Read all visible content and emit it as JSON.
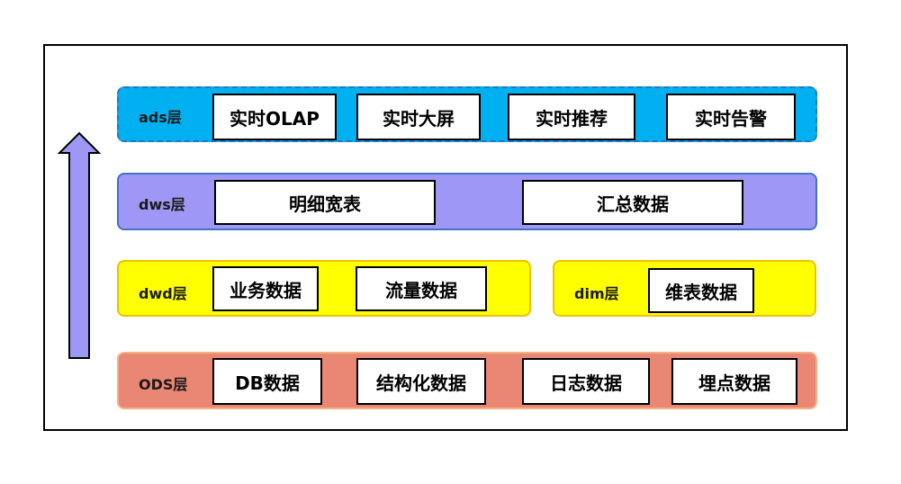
{
  "layers": {
    "ads": {
      "label": "ads层",
      "color": "#00b0f0",
      "items": [
        "实时OLAP",
        "实时大屏",
        "实时推荐",
        "实时告警"
      ]
    },
    "dws": {
      "label": "dws层",
      "color": "#9e97f5",
      "items": [
        "明细宽表",
        "汇总数据"
      ]
    },
    "dwd": {
      "label": "dwd层",
      "color": "#ffff00",
      "items": [
        "业务数据",
        "流量数据"
      ]
    },
    "dim": {
      "label": "dim层",
      "color": "#ffff00",
      "items": [
        "维表数据"
      ]
    },
    "ods": {
      "label": "ODS层",
      "color": "#ea8674",
      "items": [
        "DB数据",
        "结构化数据",
        "日志数据",
        "埋点数据"
      ]
    }
  },
  "arrow": {
    "icon": "up-arrow-icon",
    "color": "#9e97f5"
  }
}
